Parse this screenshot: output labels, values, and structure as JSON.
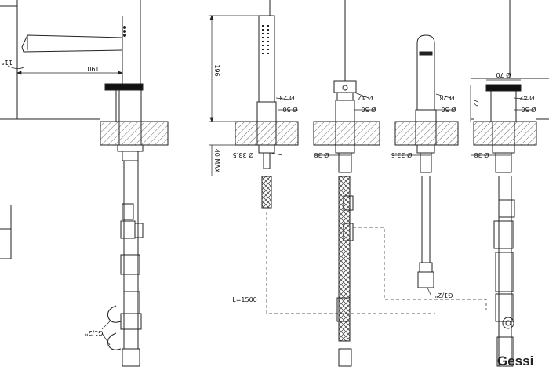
{
  "brand": "Gessi",
  "spout": {
    "angle": "11°",
    "reach": "190"
  },
  "handshower": {
    "height": "196",
    "top_diameter": "Ø 23",
    "base_diameter": "Ø 50",
    "max_thickness": "40 MAX",
    "shank": "Ø 33.5",
    "hose": "L=1500"
  },
  "diverter": {
    "top_diameter": "Ø 42",
    "base_diameter": "Ø 50",
    "shank": "Ø 38"
  },
  "spray_column": {
    "top_diameter": "Ø 28",
    "base_diameter": "Ø 50",
    "shank": "Ø 33.5",
    "connection": "G1/2\""
  },
  "valve": {
    "knob_diameter": "Ø 70",
    "top_diameter": "Ø 42",
    "base_diameter": "Ø 50",
    "height": "72",
    "shank": "Ø 38"
  },
  "inlet_connection": "G1/2\""
}
